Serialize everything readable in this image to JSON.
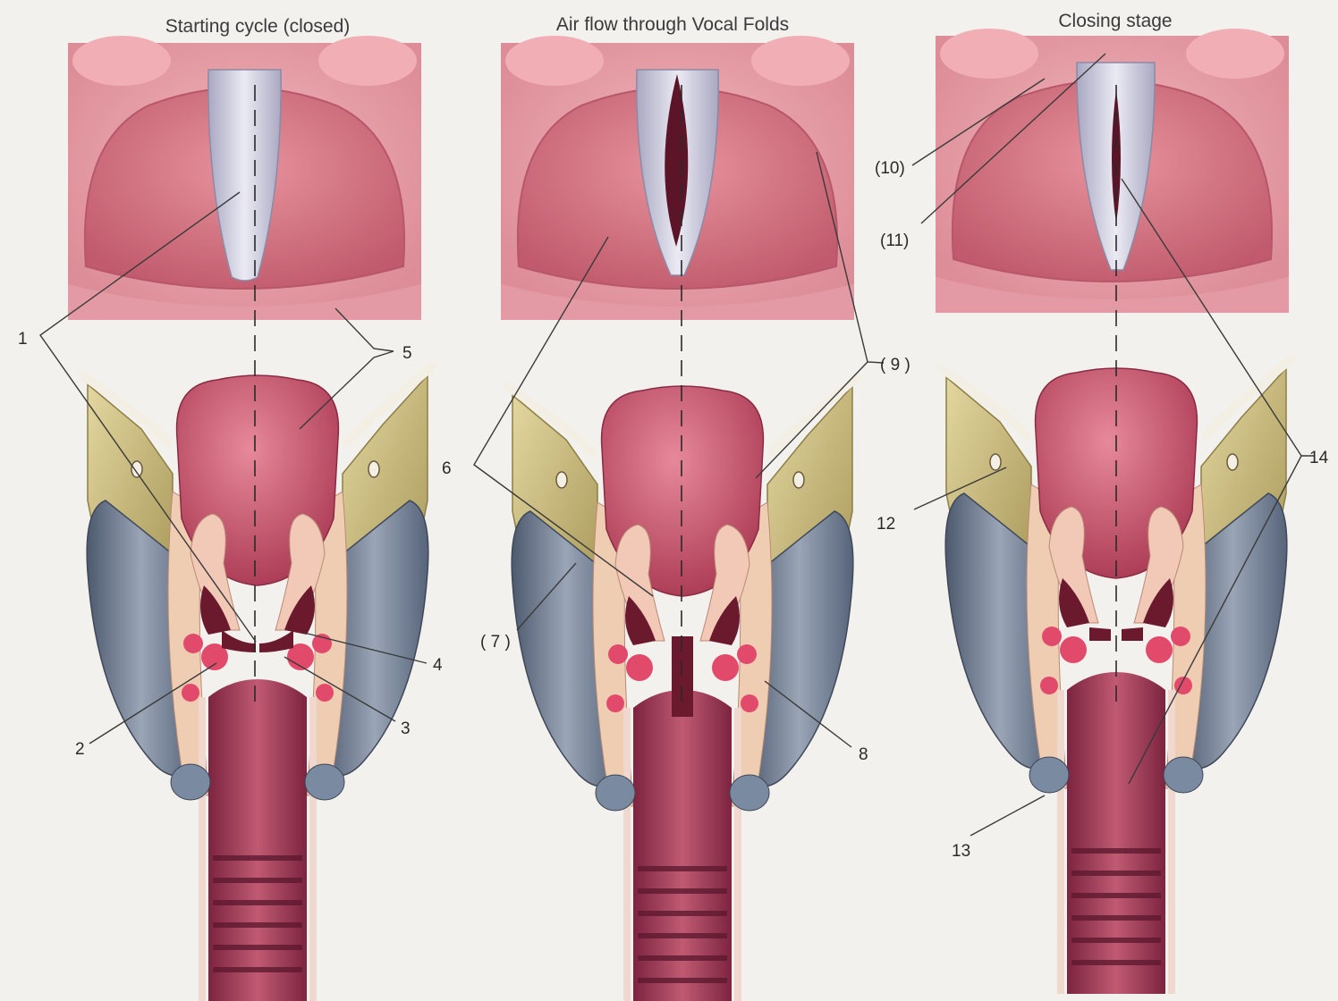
{
  "titles": {
    "closed": "Starting cycle (closed)",
    "airflow": "Air flow through Vocal Folds",
    "closing": "Closing stage"
  },
  "labels": {
    "l1": "1",
    "l2": "2",
    "l3": "3",
    "l4": "4",
    "l5": "5",
    "l6": "6",
    "l7": "( 7 )",
    "l8": "8",
    "l9": "( 9 )",
    "l10": "(10)",
    "l11": "(11)",
    "l12": "12",
    "l13": "13",
    "l14": "14"
  },
  "colors": {
    "background": "#f3f1ee",
    "mucosa": "#e79aa2",
    "mucosa_dark": "#b9485d",
    "vocal_fold": "#c9c8d8",
    "cartilage_thyroid": "#cdbd7a",
    "cartilage_cricoid": "#6f7e93",
    "trachea": "#9e3550"
  }
}
